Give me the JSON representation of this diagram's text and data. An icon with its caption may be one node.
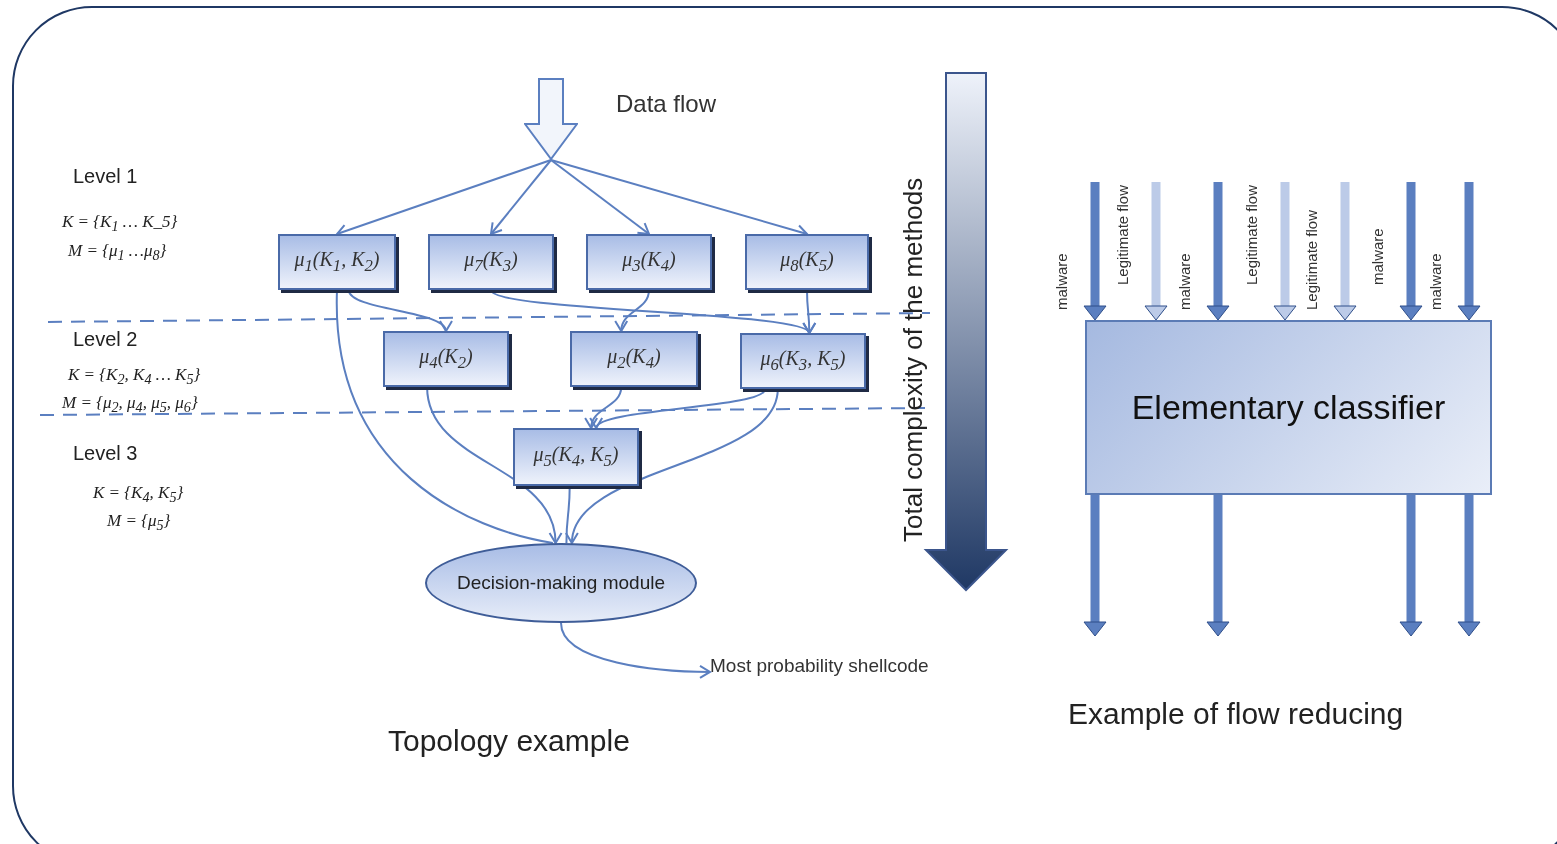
{
  "diagram": {
    "nodes": [
      {
        "text": [],
        "shape": "arrow",
        "beside": [
          "Data flow"
        ]
      },
      {
        "text": [
          "μ$_{1}$(K$_{1}$, K$_{2}$)"
        ]
      },
      {
        "text": [
          "μ$_{7}$(K$_{3}$)"
        ]
      },
      {
        "text": [
          "μ$_{3}$(K$_{4}$)"
        ]
      },
      {
        "text": [
          "μ$_{8}$(K$_{5}$)"
        ]
      },
      {
        "text": [
          "μ$_{4}$(K$_{2}$)"
        ]
      },
      {
        "text": [
          "μ$_{2}$(K$_{4}$)"
        ]
      },
      {
        "text": [
          "μ$_{6}$(K$_{3}$, K$_{5}$)"
        ]
      },
      {
        "text": [
          "μ$_{5}$(K$_{4}$, K$_{5}$)"
        ]
      },
      {
        "text": [
          "Decision-making module"
        ]
      },
      {
        "text": [
          "Most probability shellcode"
        ]
      },
      {
        "text": [
          "Elementary classifier"
        ]
      }
    ],
    "edges": [
      {
        "from": 0,
        "to": 1,
        "arrow": "to"
      },
      {
        "from": 0,
        "to": 2,
        "arrow": "to"
      },
      {
        "from": 0,
        "to": 3,
        "arrow": "to"
      },
      {
        "from": 0,
        "to": 4,
        "arrow": "to"
      },
      {
        "from": 1,
        "to": 5,
        "arrow": "to"
      },
      {
        "from": 1,
        "to": 9,
        "arrow": "none"
      },
      {
        "from": 2,
        "to": 7,
        "arrow": "to"
      },
      {
        "from": 3,
        "to": 6,
        "arrow": "to"
      },
      {
        "from": 4,
        "to": 7,
        "arrow": "to"
      },
      {
        "from": 6,
        "to": 8,
        "arrow": "to"
      },
      {
        "from": 7,
        "to": 8,
        "arrow": "to"
      },
      {
        "from": 5,
        "to": 9,
        "arrow": "to"
      },
      {
        "from": 8,
        "to": 9,
        "arrow": "none"
      },
      {
        "from": 7,
        "to": 9,
        "arrow": "to"
      },
      {
        "from": 9,
        "to": 10,
        "arrow": "to"
      },
      {
        "from": null,
        "to": 11,
        "arrow": "to",
        "label": "malware",
        "style": "thick"
      },
      {
        "from": null,
        "to": 11,
        "arrow": "to",
        "label": "Legitimate flow",
        "style": "thick",
        "color": "#bccbe8"
      },
      {
        "from": null,
        "to": 11,
        "arrow": "to",
        "label": "malware",
        "style": "thick"
      },
      {
        "from": null,
        "to": 11,
        "arrow": "to",
        "label": "Legitimate flow",
        "style": "thick",
        "color": "#bccbe8"
      },
      {
        "from": null,
        "to": 11,
        "arrow": "to",
        "label": "Legitimate flow",
        "style": "thick",
        "color": "#bccbe8"
      },
      {
        "from": null,
        "to": 11,
        "arrow": "to",
        "label": "malware",
        "style": "thick"
      },
      {
        "from": null,
        "to": 11,
        "arrow": "to",
        "label": "malware",
        "style": "thick"
      },
      {
        "from": 11,
        "to": null,
        "arrow": "to",
        "style": "thick"
      },
      {
        "from": 11,
        "to": null,
        "arrow": "to",
        "style": "thick"
      },
      {
        "from": 11,
        "to": null,
        "arrow": "to",
        "style": "thick"
      },
      {
        "from": 11,
        "to": null,
        "arrow": "to",
        "style": "thick"
      }
    ],
    "labels": [
      "Level 1",
      "K = {K$_{1}$ … K_5}",
      "M = {μ$_{1}$ …μ$_{8}$}",
      "Level 2",
      "K = {K$_{2}$, K$_{4}$ … K$_{5}$}",
      "M = {μ$_{2}$, μ$_{4}$, μ$_{5}$, μ$_{6}$}",
      "Level 3",
      "K = {K$_{4}$, K$_{5}$}",
      "M = {μ$_{5}$}",
      "Total complexity of the methods",
      "Example of flow reducing",
      "Topology example"
    ]
  }
}
